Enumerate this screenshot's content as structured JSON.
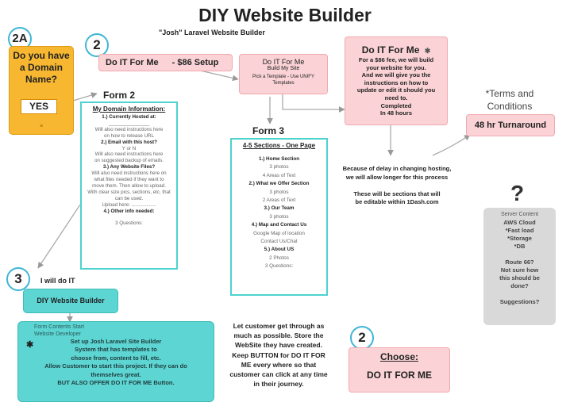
{
  "title": "DIY Website Builder",
  "subtitle": "\"Josh\"  Laravel Website Builder",
  "badges": {
    "b2a": "2A",
    "b2top": "2",
    "b3": "3",
    "b2bottom": "2"
  },
  "domain_box": {
    "question": "Do you have a Domain Name?",
    "answer": "YES",
    "footer": "≡"
  },
  "form2": {
    "label": "Form 2",
    "heading": "My Domain Information:",
    "lines": [
      {
        "t": "1.) Currently Hosted at:",
        "b": true
      },
      {
        "t": "_______________",
        "b": false
      },
      {
        "t": "Will also need instructions here",
        "b": false
      },
      {
        "t": "on how to release URL",
        "b": false
      },
      {
        "t": "2.) Email with this host?",
        "b": true
      },
      {
        "t": "Y or N",
        "b": false
      },
      {
        "t": "Will also need instructions here",
        "b": false
      },
      {
        "t": "on suggested backup of emails.",
        "b": false
      },
      {
        "t": "3.) Any Website Files?",
        "b": true
      },
      {
        "t": "Will also need instructions here on",
        "b": false
      },
      {
        "t": "what files needed if they want to",
        "b": false
      },
      {
        "t": "move them. Then allow to upload.",
        "b": false
      },
      {
        "t": "With clear size pics, sections, etc. that",
        "b": false
      },
      {
        "t": "can be used.",
        "b": false
      },
      {
        "t": "Upload here: ..................",
        "b": false
      },
      {
        "t": "4.) Other info needed:",
        "b": true
      },
      {
        "t": "",
        "b": false
      },
      {
        "t": "3 Questions:",
        "b": false
      }
    ]
  },
  "do_it_setup": {
    "name": "Do IT For Me",
    "price": "- $86 Setup"
  },
  "build_box": {
    "title": "Do IT For Me",
    "sub": "Build My Site",
    "body": "Pick a Template - Use UNIFY Templates"
  },
  "do_it_big": {
    "title": "Do IT For Me",
    "star": "✱",
    "lines": [
      "For a $86 fee, we will build",
      "your website for you.",
      "And we will give you the",
      "instructions on how to",
      "update or edit it should you",
      "need to.",
      "Completed",
      "In 48 hours"
    ]
  },
  "terms": {
    "text1": "*Terms  and",
    "text2": "Conditions",
    "turnaround": "48 hr Turnaround"
  },
  "form3": {
    "label": "Form 3",
    "heading": "4-5 Sections - One Page",
    "lines": [
      {
        "t": "1.) Home Section",
        "b": true
      },
      {
        "t": "3 photos",
        "b": false
      },
      {
        "t": "4 Areas of Text",
        "b": false
      },
      {
        "t": "2.) What we Offer Section",
        "b": true
      },
      {
        "t": "3 photos",
        "b": false
      },
      {
        "t": "2 Areas of Text",
        "b": false
      },
      {
        "t": "3.) Our Team",
        "b": true
      },
      {
        "t": "3 photos",
        "b": false
      },
      {
        "t": "4.) Map and Contact Us",
        "b": true
      },
      {
        "t": "Google Map of location",
        "b": false
      },
      {
        "t": "Contact Us/Chat",
        "b": false
      },
      {
        "t": "5.) About US",
        "b": true
      },
      {
        "t": "2 Photos",
        "b": false
      },
      {
        "t": "3 Questions:",
        "b": false
      }
    ]
  },
  "delay_note": [
    "Because of delay in changing hosting,",
    "we will allow longer for this process",
    "",
    "These will be sections that will",
    "be editable within 1Dash.com"
  ],
  "server": {
    "question_mark": "?",
    "header": "Server Content",
    "lines": [
      "AWS Cloud",
      "*Fast load",
      "*Storage",
      "*DB",
      "",
      "Route 66?",
      "Not sure how",
      "this should be",
      "done?",
      "",
      "Suggestions?"
    ]
  },
  "i_will": "I will do IT",
  "diy_button": "DIY Website Builder",
  "teal_box": {
    "small1": "Form Contents Start",
    "small2": "Website Developer",
    "star": "✱",
    "lines": [
      "Set up Josh Laravel Site Builder",
      "System that has templates to",
      "choose from, content to fill, etc.",
      "Allow Customer to start this project.  If they can do",
      "themselves great.",
      "BUT ALSO OFFER     DO IT FOR ME     Button."
    ]
  },
  "customer_note": [
    "Let customer get through as",
    "much as possible. Store the",
    "WebSite they have created.",
    "Keep BUTTON  for DO IT FOR",
    "ME every where so that",
    "customer can click at any time",
    "in their journey."
  ],
  "choose": {
    "label": "Choose:",
    "value": "DO IT FOR ME"
  },
  "colors": {
    "accent_cyan": "#3fb5d6",
    "teal": "#4cd3d0",
    "pink": "#fbd3d6",
    "orange": "#f7b731",
    "gray": "#d9d9d9"
  }
}
